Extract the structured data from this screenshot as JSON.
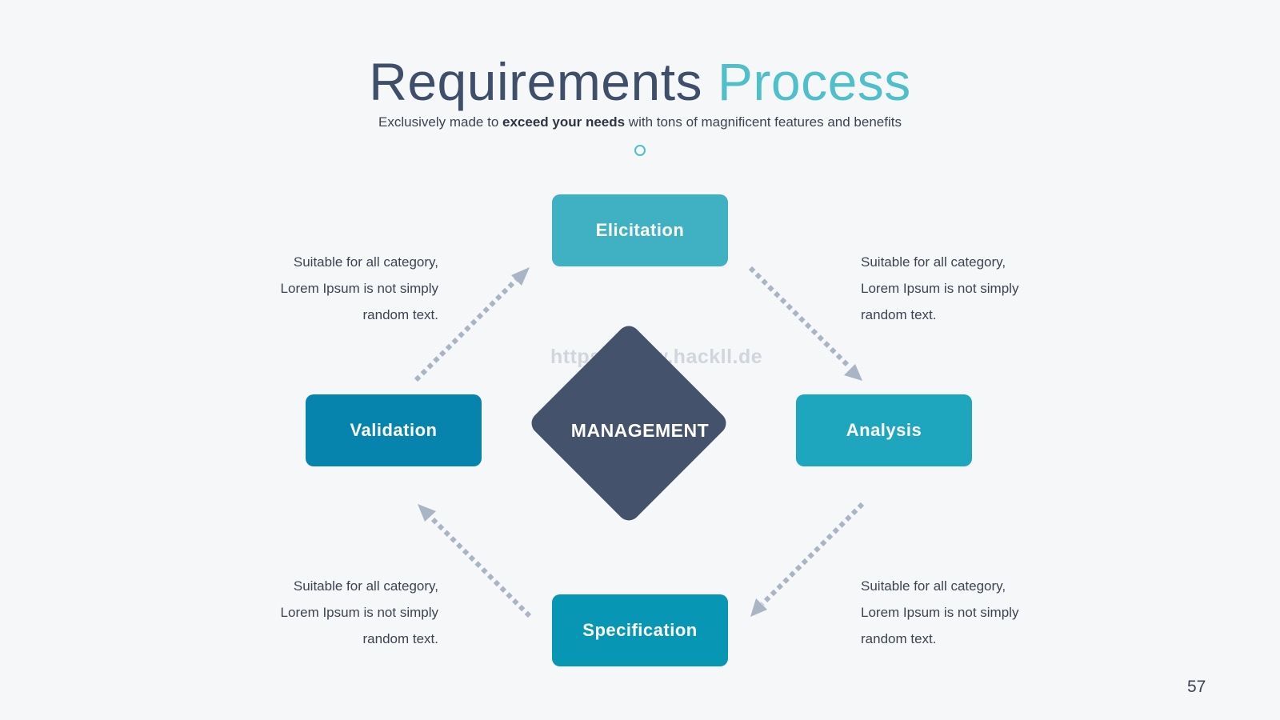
{
  "title": {
    "part1": "Requirements",
    "part2": "Process"
  },
  "subtitle": {
    "pre": "Exclusively made to ",
    "bold": "exceed your needs",
    "post": " with tons of magnificent features and benefits"
  },
  "center": {
    "label": "MANAGEMENT"
  },
  "stages": {
    "top": "Elicitation",
    "right": "Analysis",
    "bottom": "Specification",
    "left": "Validation"
  },
  "notes": {
    "top_left": {
      "line1": "Suitable for all category,",
      "line2": "Lorem Ipsum is not simply",
      "line3": "random text."
    },
    "top_right": {
      "line1": "Suitable for all category,",
      "line2": "Lorem Ipsum is not simply",
      "line3": "random text."
    },
    "bottom_left": {
      "line1": "Suitable for all category,",
      "line2": "Lorem Ipsum is not simply",
      "line3": "random text."
    },
    "bottom_right": {
      "line1": "Suitable for all category,",
      "line2": "Lorem Ipsum is not simply",
      "line3": "random text."
    }
  },
  "watermark": "https://www.hackll.de",
  "page_number": "57",
  "colors": {
    "title_dark": "#3f4f6a",
    "title_accent": "#4fbfc9",
    "elicitation": "#3fb1c3",
    "analysis": "#1da6bd",
    "specification": "#0896b5",
    "validation": "#0684ad",
    "management": "#44536b",
    "arrow": "#a9b4c4"
  }
}
